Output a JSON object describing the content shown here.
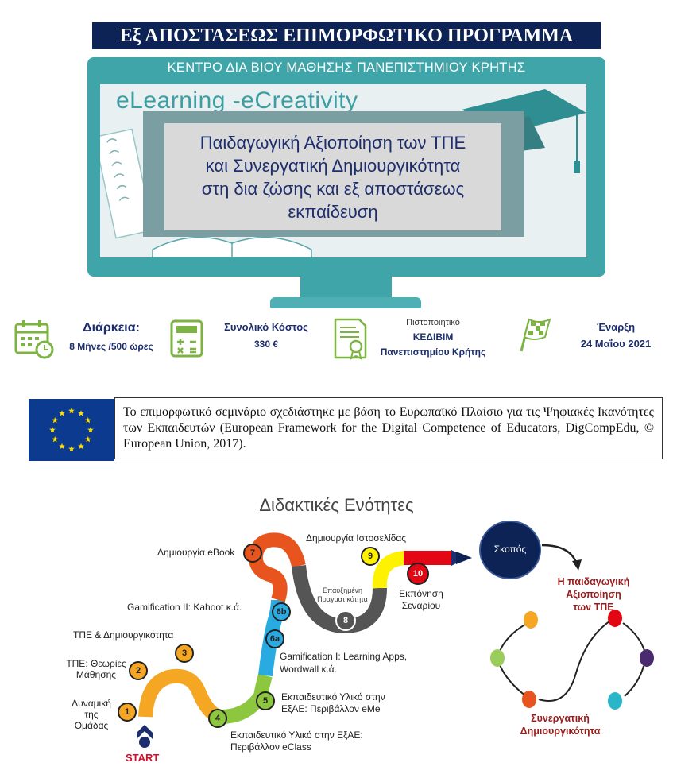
{
  "header": {
    "banner_title": "Εξ ΑΠΟΣΤΑΣΕΩΣ ΕΠΙΜΟΡΦΩΤΙΚΟ ΠΡΟΓΡΑΜΜΑ"
  },
  "monitor": {
    "center_name": "ΚΕΝΤΡΟ ΔΙΑ ΒΙΟΥ ΜΑΘΗΣΗΣ ΠΑΝΕΠΙΣΤΗΜΙΟΥ ΚΡΗΤΗΣ",
    "brand": "eLearning -eCreativity",
    "course_lines": [
      "Παιδαγωγική Αξιοποίηση των ΤΠΕ",
      "και Συνεργατική Δημιουργικότητα",
      "στη δια ζώσης και εξ αποστάσεως",
      "εκπαίδευση"
    ]
  },
  "info": {
    "duration_label": "Διάρκεια:",
    "duration_value": "8 Μήνες /500 ώρες",
    "cost_label": "Συνολικό Κόστος",
    "cost_value": "330 €",
    "cert_label": "Πιστοποιητικό",
    "cert_org": "ΚΕΔΙΒΙΜ",
    "cert_univ": "Πανεπιστημίου Κρήτης",
    "start_label": "Έναρξη",
    "start_value": "24 Μαΐου 2021"
  },
  "eu": {
    "text": "Το επιμορφωτικό σεμινάριο σχεδιάστηκε με βάση το Ευρωπαϊκό Πλαίσιο για τις Ψηφιακές Ικανότητες των Εκπαιδευτών  (European Framework for the Digital Competence of Educators, DigCompEdu, © European Union, 2017)."
  },
  "units": {
    "title": "Διδακτικές Ενότητες",
    "start_label": "START",
    "nodes": [
      {
        "num": "1",
        "label": "Δυναμική της Ομάδας",
        "color": "#f5a623"
      },
      {
        "num": "2",
        "label": "ΤΠΕ: Θεωρίες Μάθησης",
        "color": "#f5a623"
      },
      {
        "num": "3",
        "label": "ΤΠΕ & Δημιουργικότητα",
        "color": "#f5a623"
      },
      {
        "num": "4",
        "label": "Εκπαιδευτικό Υλικό στην ΕξΑΕ: Περιβάλλον eClass",
        "color": "#8dc63f"
      },
      {
        "num": "5",
        "label": "Εκπαιδευτικό Υλικό στην ΕξΑΕ: Περιβάλλον eMe",
        "color": "#8dc63f"
      },
      {
        "num": "6a",
        "label": "Gamification I: Learning Apps, Wordwall κ.ά.",
        "color": "#29abe2"
      },
      {
        "num": "6b",
        "label": "Gamification II: Kahoot κ.ά.",
        "color": "#29abe2"
      },
      {
        "num": "7",
        "label": "Δημιουργία eBook",
        "color": "#e8541e"
      },
      {
        "num": "8",
        "label": "Επαυξημένη Πραγματικότητα",
        "color": "#555555"
      },
      {
        "num": "9",
        "label": "Δημιουργία Ιστοσελίδας",
        "color": "#fff200"
      },
      {
        "num": "10",
        "label": "Εκπόνηση Σεναρίου",
        "color": "#e30613"
      }
    ]
  },
  "goal": {
    "bubble": "Σκοπός",
    "top_lines": [
      "Η παιδαγωγική",
      "Αξιοποίηση",
      "των ΤΠΕ"
    ],
    "bottom_lines": [
      "Συνεργατική",
      "Δημιουργικότητα"
    ]
  },
  "colors": {
    "navy": "#0d2356",
    "teal": "#3fa5a9",
    "dark_red": "#9b1c1c"
  }
}
